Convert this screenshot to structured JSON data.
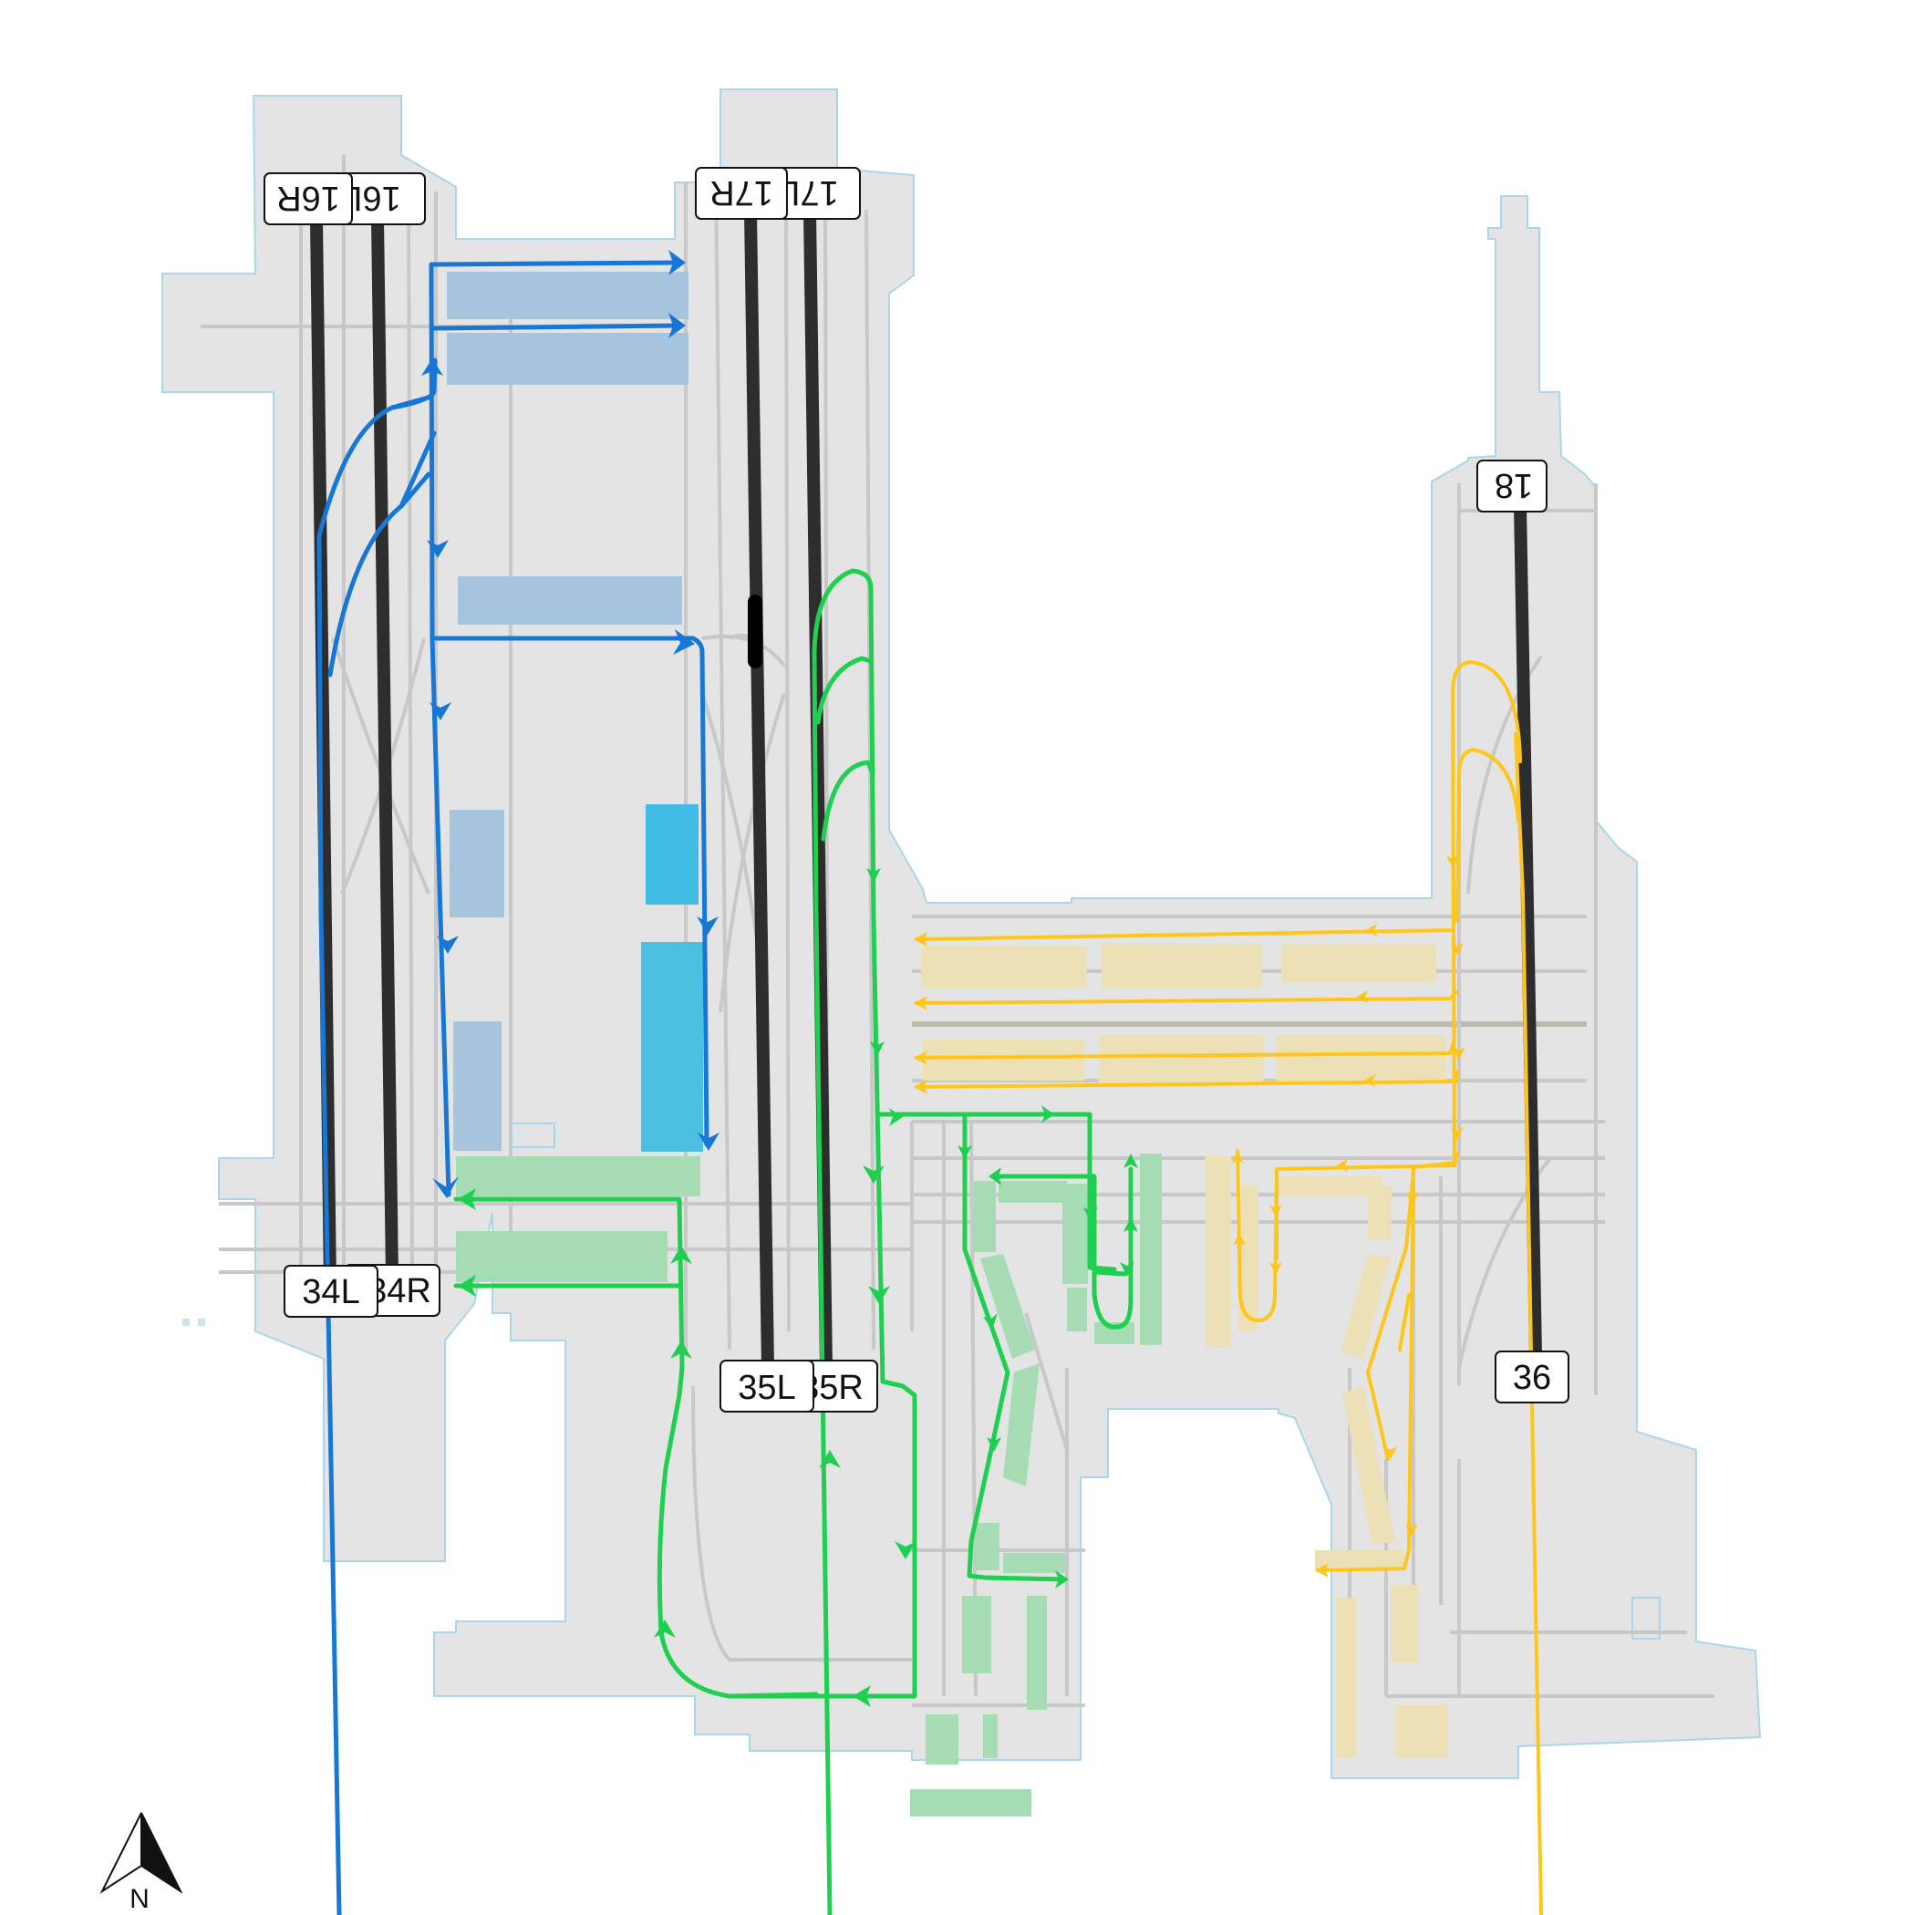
{
  "map": {
    "colors": {
      "airfield": "#e4e4e4",
      "airfield_outline": "#a9d6e8",
      "taxiway": "#c8c8c8",
      "runway": "#2d2d2d",
      "blue": "#1777d6",
      "green": "#1fcf4f",
      "yellow": "#ffc61a",
      "blue_zone": "#a6c4de",
      "cyan_zone": "#41bde5",
      "green_zone": "#a6dcb4",
      "yellow_zone": "#ece0b6"
    },
    "runway_labels": {
      "r16R": "16R",
      "r16L": "16L",
      "r17R": "17R",
      "r17L": "17L",
      "r18": "18",
      "r34L": "34L",
      "r34R": "34R",
      "r35L": "35L",
      "r35R": "35R",
      "r36": "36"
    },
    "north_arrow": {
      "label": "N"
    }
  }
}
